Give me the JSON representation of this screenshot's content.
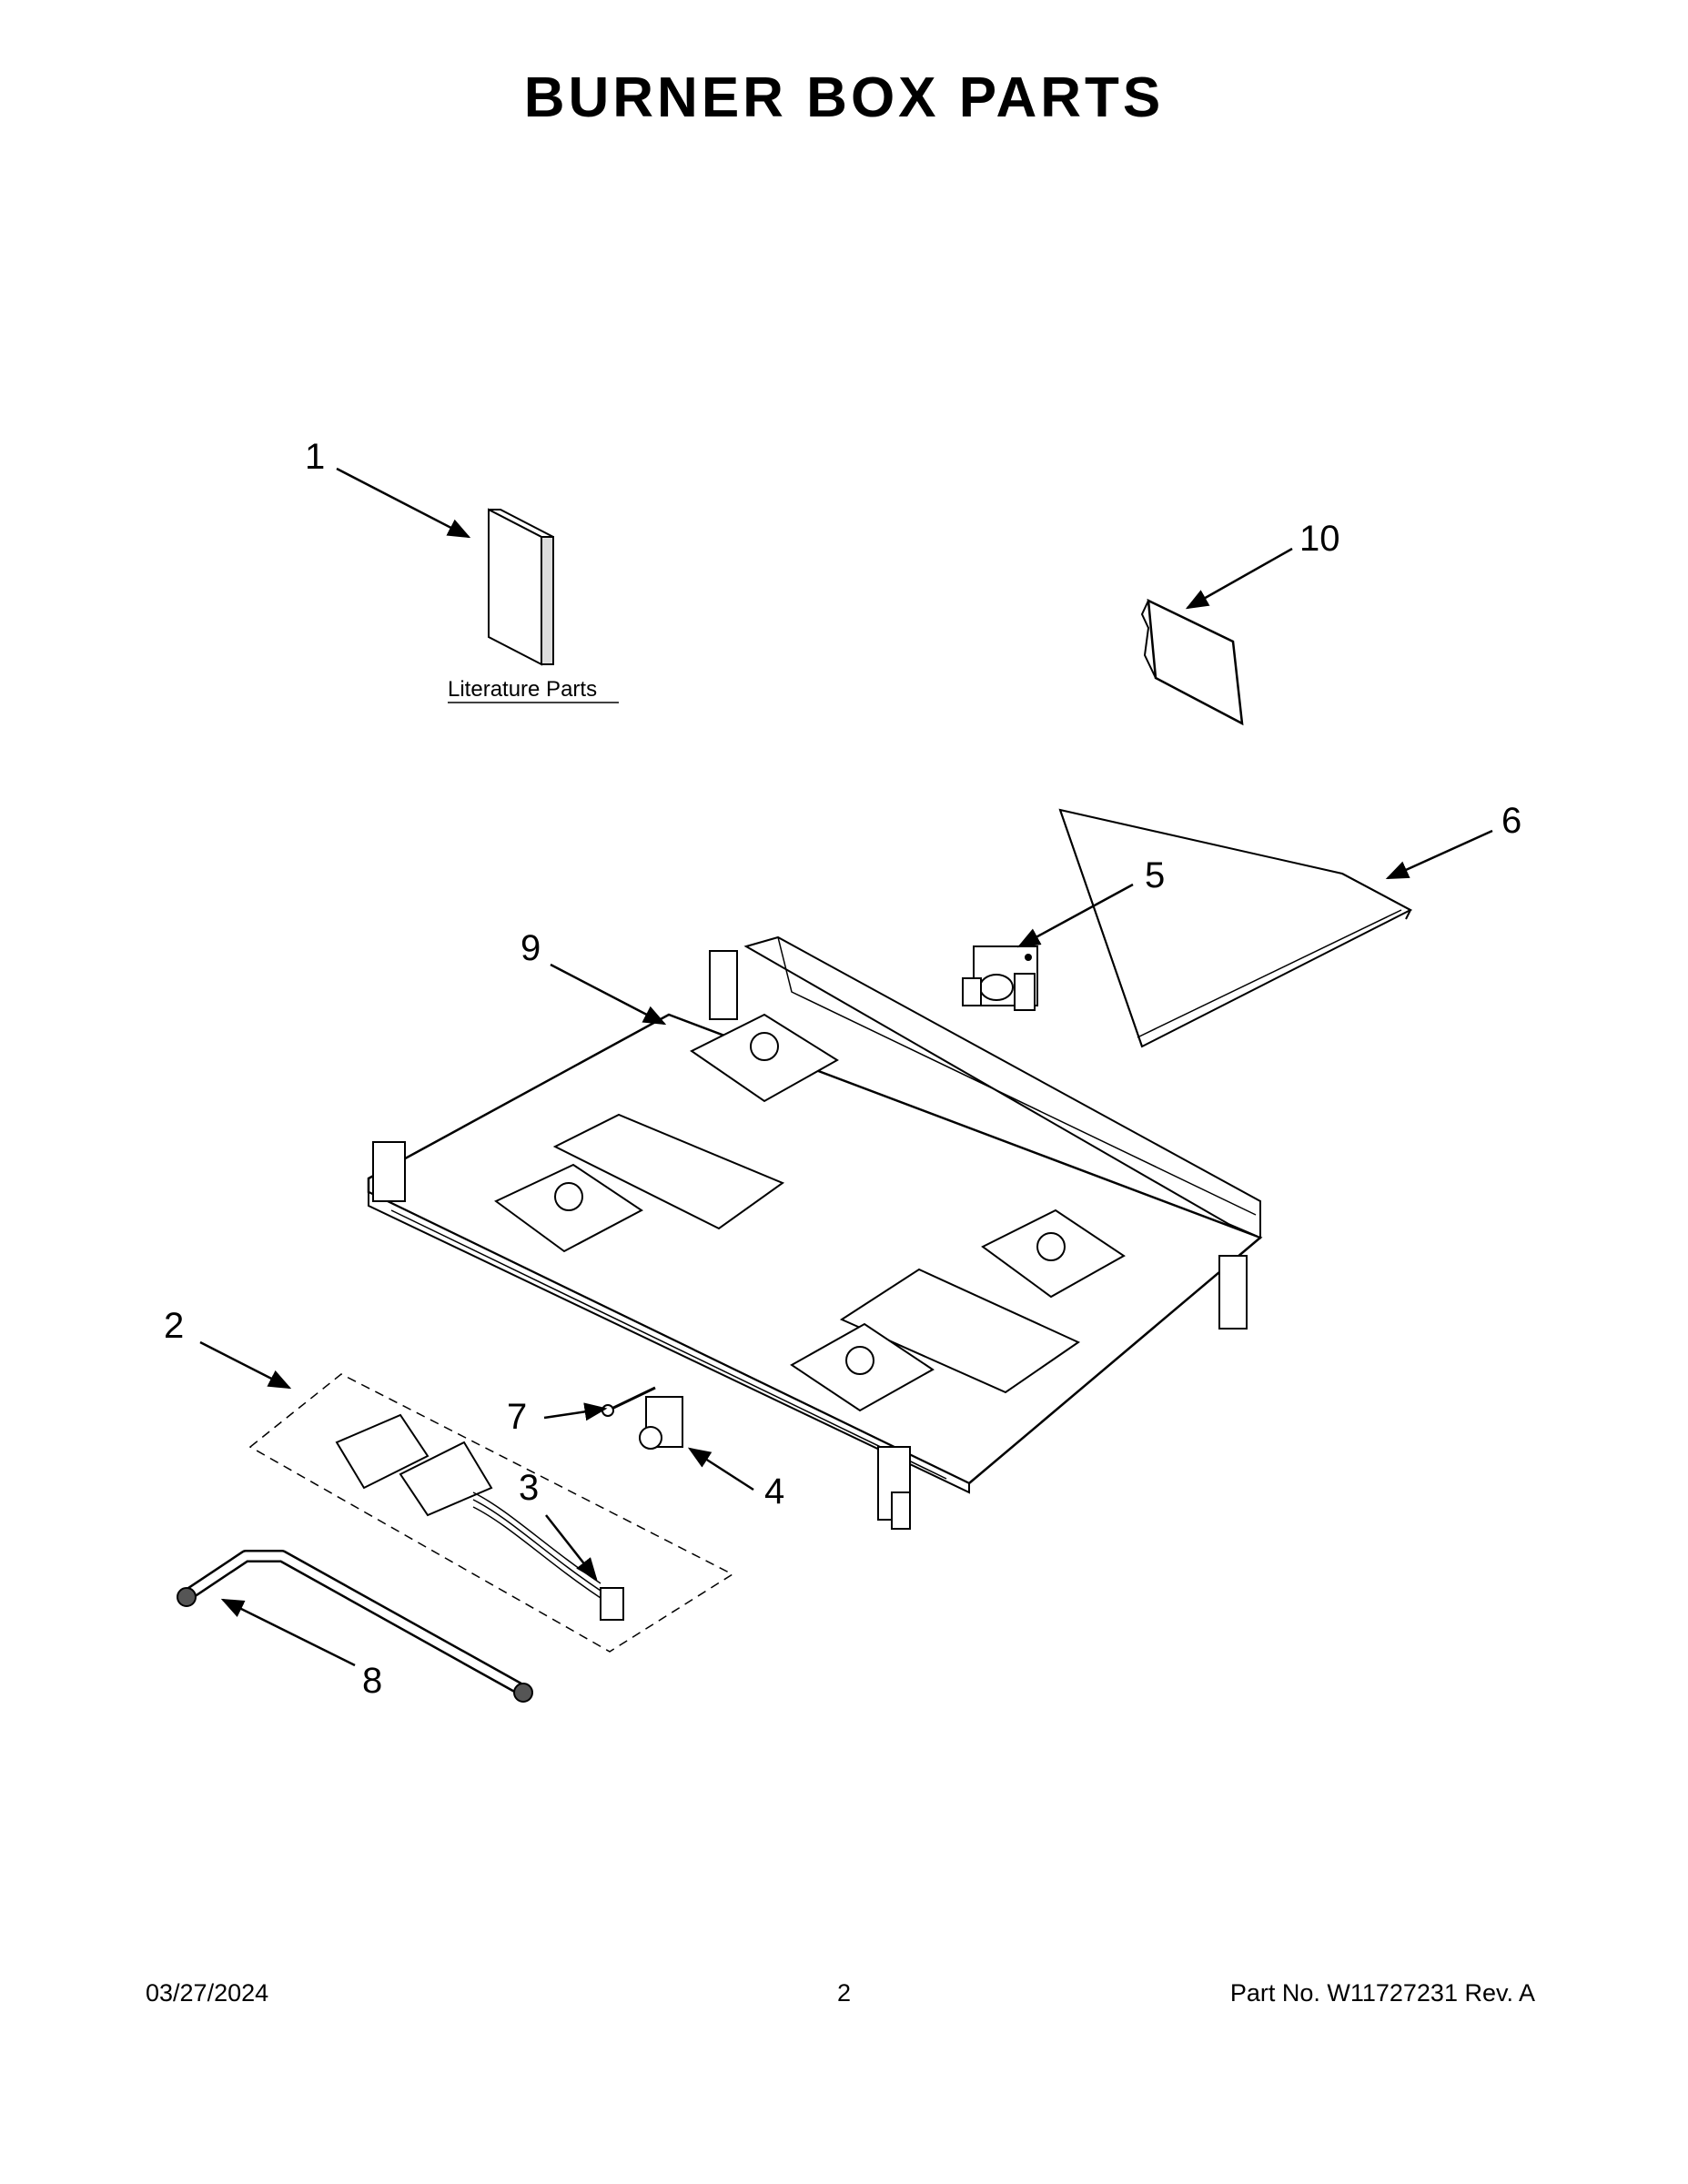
{
  "title": "BURNER BOX PARTS",
  "callouts": [
    "1",
    "2",
    "3",
    "4",
    "5",
    "6",
    "7",
    "8",
    "9",
    "10"
  ],
  "literature_label": "Literature Parts",
  "footer": {
    "date": "03/27/2024",
    "page": "2",
    "part": "Part No.  W11727231  Rev.  A"
  }
}
